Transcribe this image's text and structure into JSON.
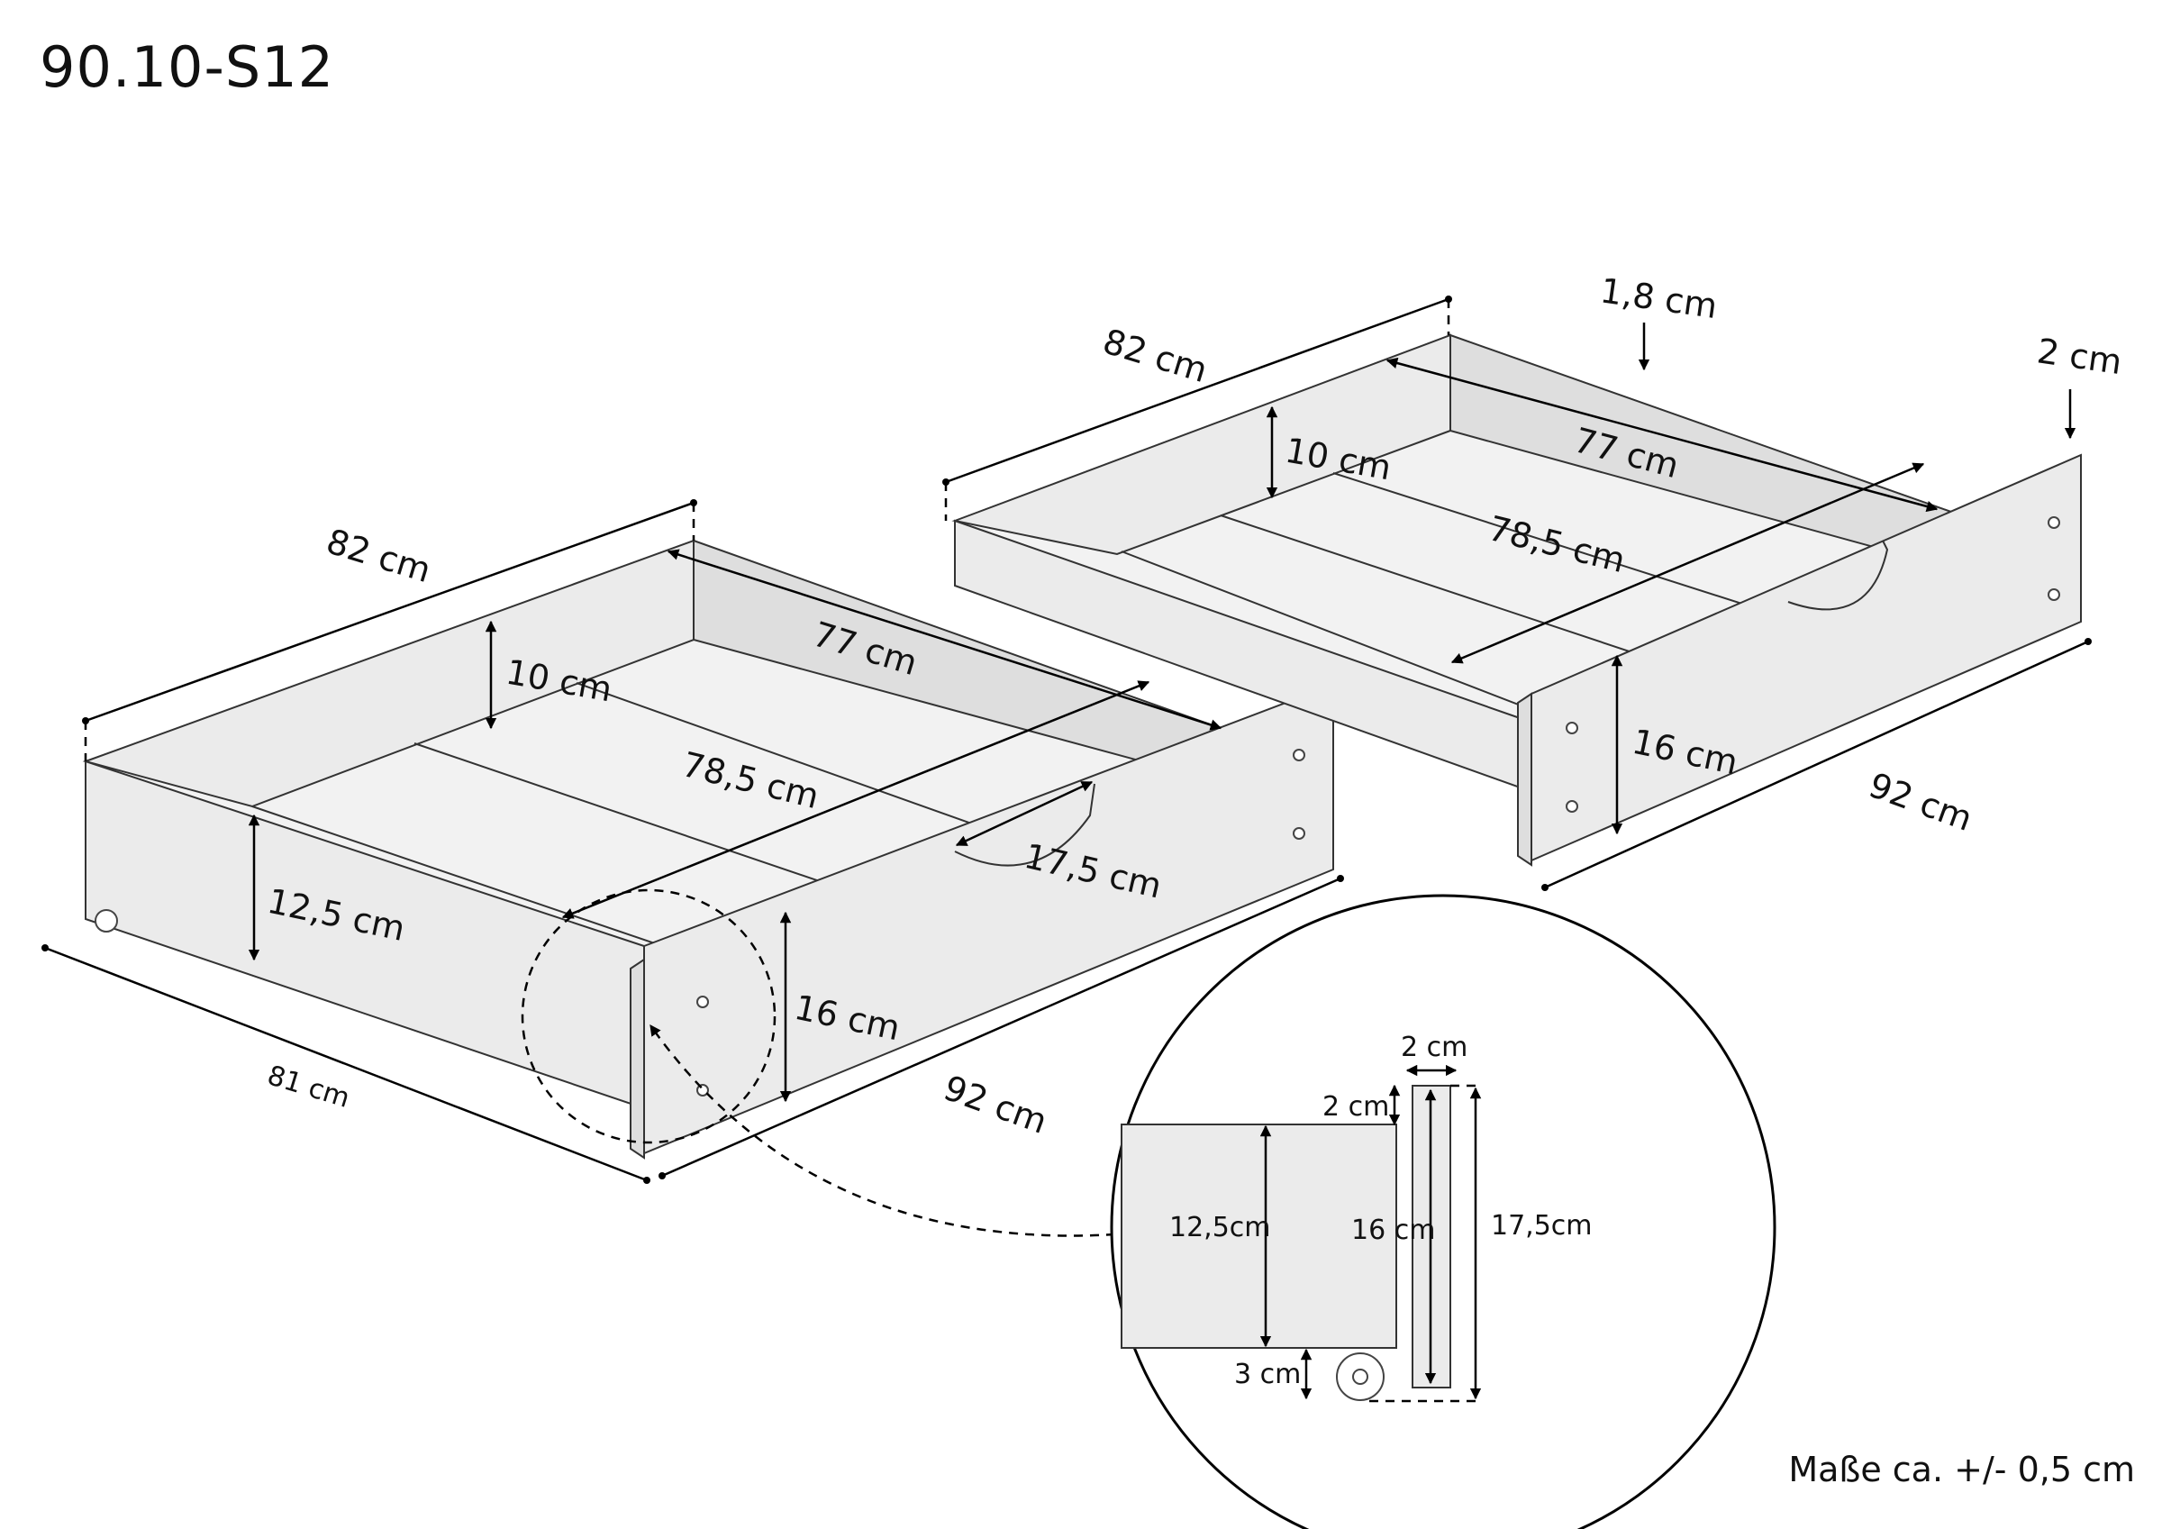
{
  "header": {
    "code": "90.10-S12"
  },
  "footer": {
    "tolerance_note": "Maße ca. +/- 0,5 cm"
  },
  "left_drawer": {
    "depth": "82 cm",
    "inner_depth": "77 cm",
    "inner_height": "10 cm",
    "inner_length": "78,5 cm",
    "side_height": "12,5 cm",
    "front_height": "16 cm",
    "handle_height": "17,5 cm",
    "outer_length": "92 cm",
    "side_length": "81 cm"
  },
  "right_drawer": {
    "depth": "82 cm",
    "panel_thickness": "1,8 cm",
    "front_thickness": "2 cm",
    "inner_depth": "77 cm",
    "inner_height": "10 cm",
    "inner_length": "78,5 cm",
    "front_height": "16 cm",
    "outer_length": "92 cm"
  },
  "detail": {
    "front_thickness": "2 cm",
    "top_offset": "2 cm",
    "side_height": "12,5cm",
    "front_height": "16 cm",
    "total_height": "17,5cm",
    "wheel_clearance": "3 cm"
  }
}
